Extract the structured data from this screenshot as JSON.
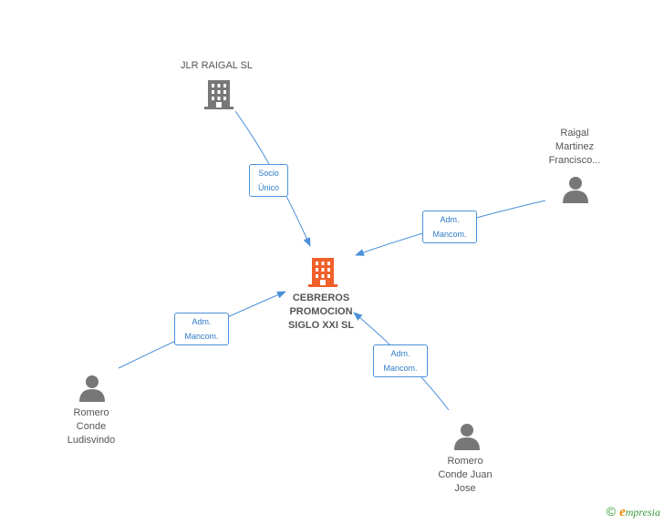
{
  "nodes": {
    "center": {
      "label": "CEBREROS\nPROMOCION\nSIGLO XXI SL",
      "type": "company",
      "color": "#f0602a"
    },
    "jlr": {
      "label": "JLR RAIGAL  SL",
      "type": "company",
      "color": "#777777"
    },
    "raigal": {
      "label": "Raigal\nMartinez\nFrancisco...",
      "type": "person",
      "color": "#777777"
    },
    "ludisvindo": {
      "label": "Romero\nConde\nLudisvindo",
      "type": "person",
      "color": "#777777"
    },
    "juanjose": {
      "label": "Romero\nConde Juan\nJose",
      "type": "person",
      "color": "#777777"
    }
  },
  "edges": {
    "jlr": {
      "line1": "Socio",
      "line2": "Único"
    },
    "raigal": {
      "line1": "Adm.",
      "line2": "Mancom."
    },
    "ludisvindo": {
      "line1": "Adm.",
      "line2": "Mancom."
    },
    "juanjose": {
      "line1": "Adm.",
      "line2": "Mancom."
    }
  },
  "colors": {
    "edge": "#4a90d9"
  },
  "footer": {
    "copyright": "©",
    "brand_e": "e",
    "brand_rest": "mpresia"
  }
}
